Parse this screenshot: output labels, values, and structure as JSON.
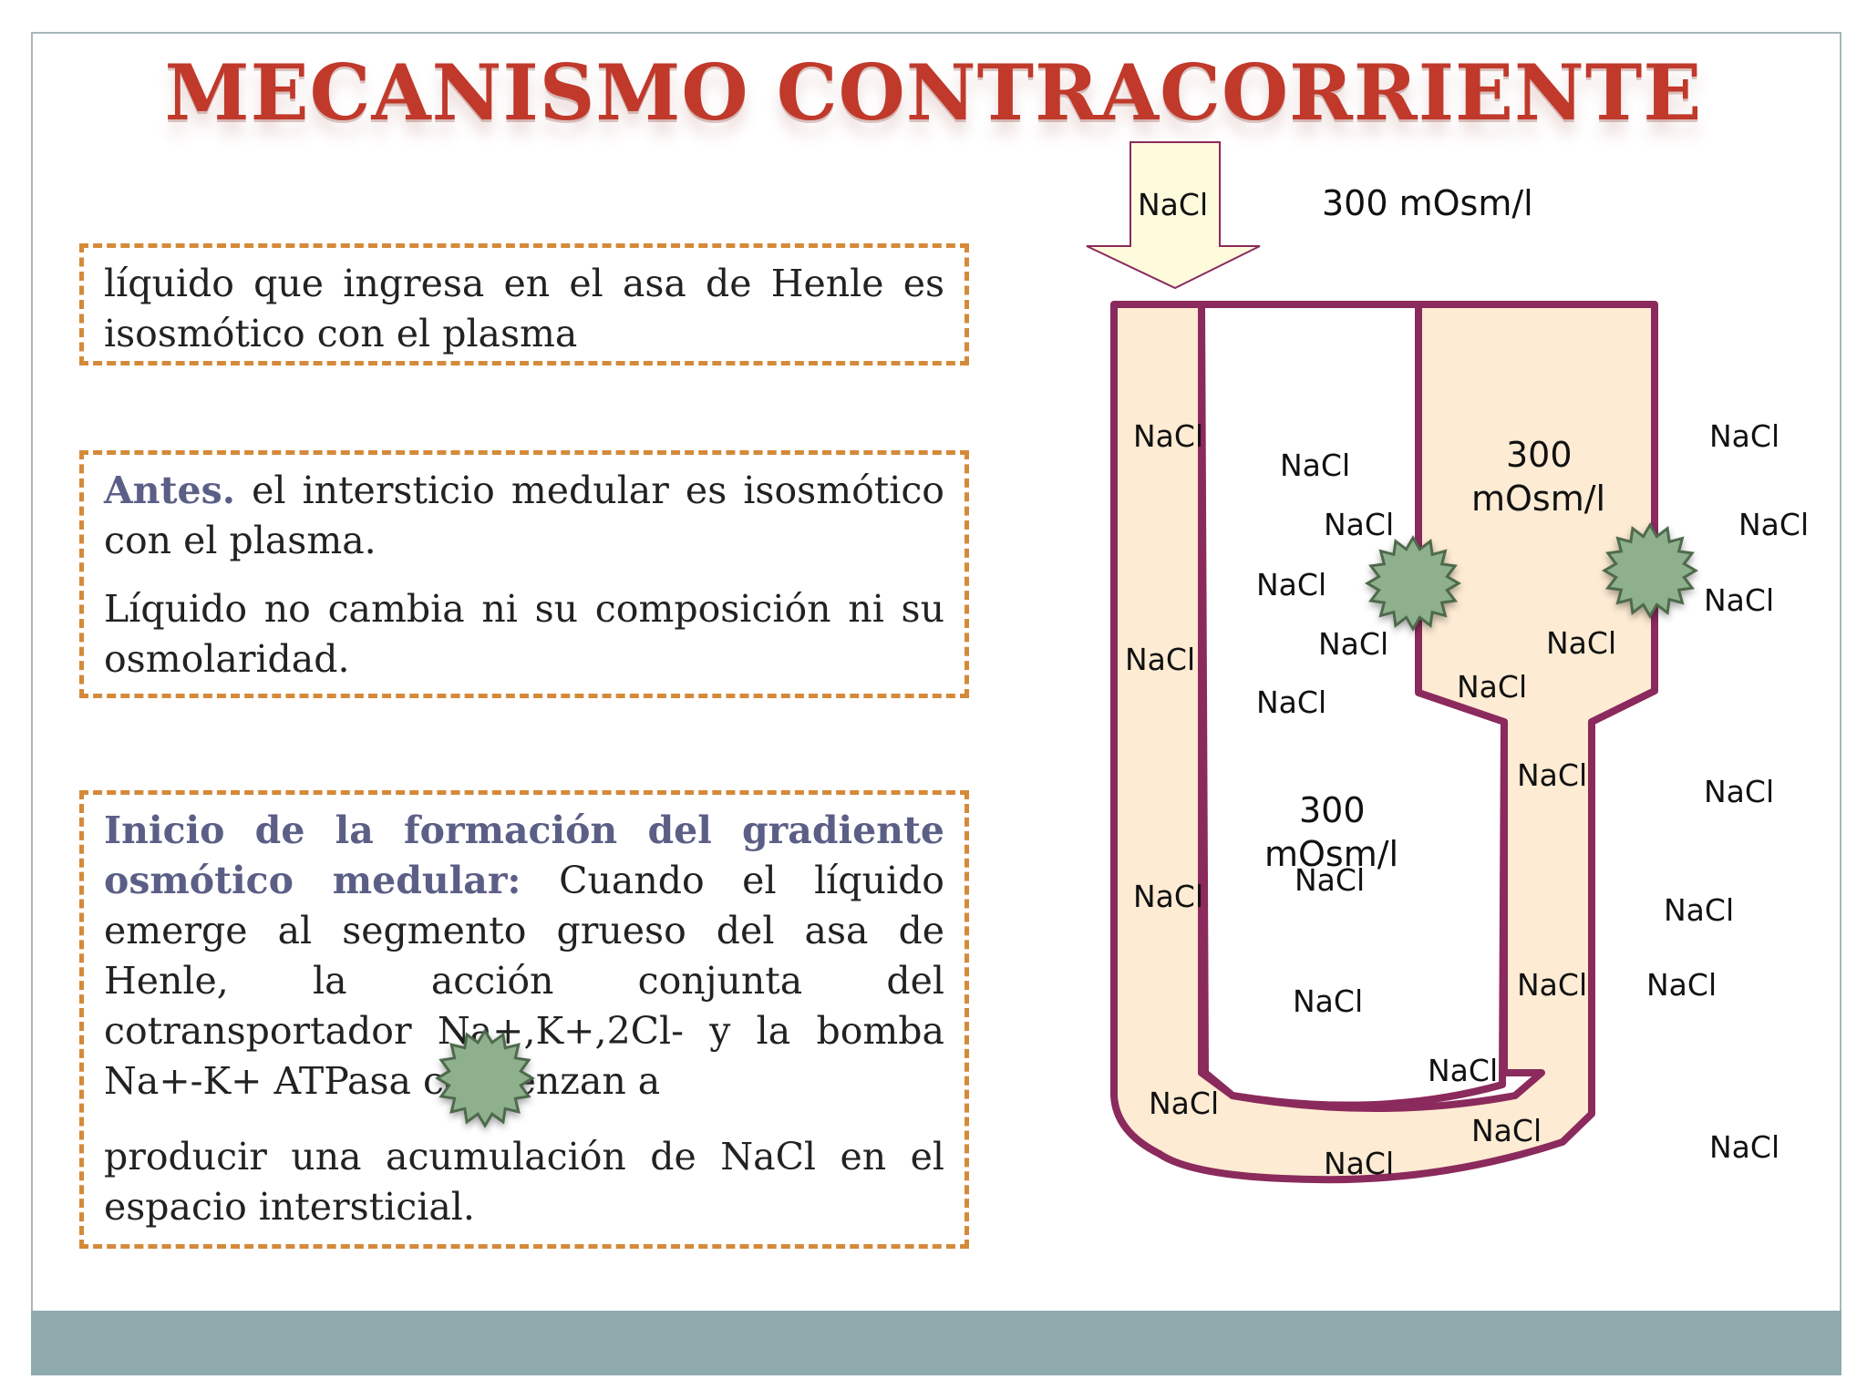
{
  "title": "MECANISMO CONTRACORRIENTE",
  "box1": {
    "text": "líquido que ingresa en el asa de Henle es isosmótico con el plasma"
  },
  "box2": {
    "highlight": "Antes.",
    "rest": " el intersticio medular es isosmótico con el plasma.",
    "para2": "Líquido no cambia ni su composición ni su osmolaridad."
  },
  "box3": {
    "highlight": "Inicio de la formación del gradiente osmótico medular:",
    "rest": " Cuando el líquido emerge al segmento grueso del asa de Henle, la acción conjunta del cotransportador Na+,K+,2Cl- y la bomba Na+-K+ ATPasa comienzan a",
    "para2": "producir una acumulación de NaCl en el espacio intersticial."
  },
  "diagram": {
    "arrow_label": "NaCl",
    "top_osm": "300 mOsm/l",
    "mid_osm_line1": "300",
    "mid_osm_line2": "mOsm/l",
    "right_osm_line1": "300",
    "right_osm_line2": "mOsm/l",
    "nacl": "NaCl"
  },
  "colors": {
    "title": "#c0392b",
    "tube_stroke": "#8b2a5c",
    "tube_fill": "#fdebd3",
    "arrow_fill": "#fefbdc",
    "pump": "#8fb08d",
    "dash_border": "#d48a3a",
    "footer": "#8eaaad",
    "highlight": "#5b5f86"
  }
}
